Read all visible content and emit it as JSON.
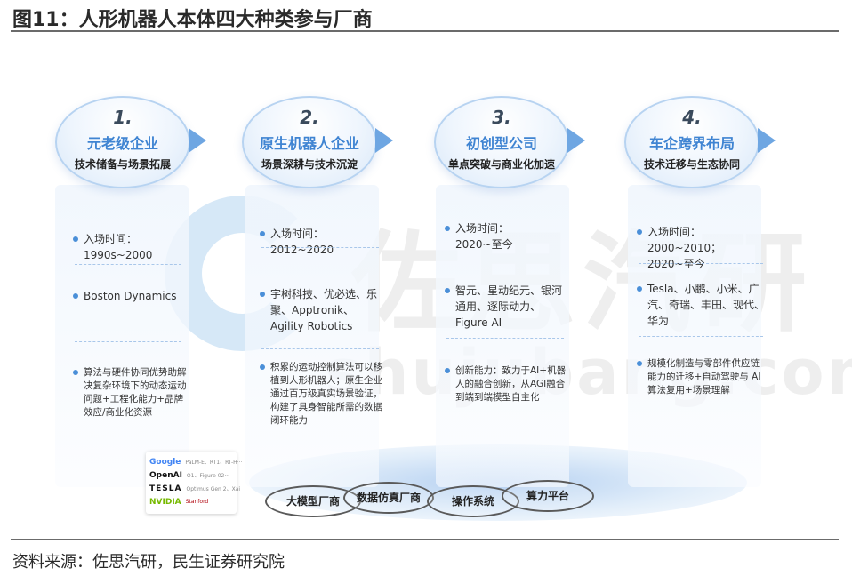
{
  "figure": {
    "title": "图11：人形机器人本体四大种类参与厂商",
    "source": "资料来源：佐思汽研，民生证券研究院"
  },
  "watermark": {
    "cn": "佐思汽研",
    "en": "shujubang.com"
  },
  "categories": [
    {
      "number": "1.",
      "name": "元老级企业",
      "subtitle": "技术储备与场景拓展",
      "entry_time": "入场时间：\n1990s~2000",
      "companies": "Boston Dynamics",
      "description": "算法与硬件协同优势助解决复杂环境下的动态运动问题+工程化能力+品牌效应/商业化资源"
    },
    {
      "number": "2.",
      "name": "原生机器人企业",
      "subtitle": "场景深耕与技术沉淀",
      "entry_time": "入场时间：2012~2020",
      "companies": "宇树科技、优必选、乐聚、Apptronik、Agility Robotics",
      "description": "积累的运动控制算法可以移植到人形机器人；原生企业通过百万级真实场景验证，构建了具身智能所需的数据闭环能力"
    },
    {
      "number": "3.",
      "name": "初创型公司",
      "subtitle": "单点突破与商业化加速",
      "entry_time": "入场时间：\n2020~至今",
      "companies": "智元、星动纪元、银河通用、逐际动力、Figure AI",
      "description": "创新能力：致力于AI+机器人的融合创新，从AGI融合到端到端模型自主化"
    },
    {
      "number": "4.",
      "name": "车企跨界布局",
      "subtitle": "技术迁移与生态协同",
      "entry_time": "入场时间：2000~2010；\n2020~至今",
      "companies": "Tesla、小鹏、小米、广汽、奇瑞、丰田、现代、华为",
      "description": "规模化制造与零部件供应链能力的迁移+自动驾驶与 AI 算法复用+场景理解"
    }
  ],
  "logo_box": {
    "rows": [
      {
        "brand": "Google",
        "note": "PaLM-E、RT1、RT-H···"
      },
      {
        "brand": "OpenAI",
        "note": "O1、Figure 02···"
      },
      {
        "brand": "TESLA",
        "note": "Optimus Gen 2、Xai"
      },
      {
        "brand": "NVIDIA",
        "note": "Stanford"
      }
    ]
  },
  "platform_pills": [
    "大模型厂商",
    "数据仿真厂商",
    "操作系统",
    "算力平台"
  ],
  "colors": {
    "accent": "#3f84d2",
    "bullet": "#4a8fd8",
    "arrow": "#6ea6e2"
  }
}
